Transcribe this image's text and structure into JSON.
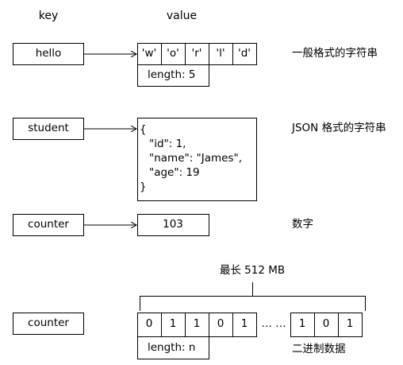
{
  "headers": {
    "key": "key",
    "value": "value"
  },
  "example1": {
    "key": "hello",
    "chars": [
      "'w'",
      "'o'",
      "'r'",
      "'l'",
      "'d'"
    ],
    "length": "length: 5",
    "desc": "一般格式的字符串"
  },
  "example2": {
    "key": "student",
    "json_lines": [
      "{",
      "\"id\": 1,",
      "\"name\": \"James\",",
      "\"age\": 19",
      "}"
    ],
    "desc": "JSON 格式的字符串"
  },
  "example3": {
    "key": "counter",
    "value": "103",
    "desc": "数字"
  },
  "example4": {
    "key": "counter",
    "max_label": "最长 512 MB",
    "bits_left": [
      "0",
      "1",
      "1",
      "0",
      "1"
    ],
    "ellipsis": "… …",
    "bits_right": [
      "1",
      "0",
      "1"
    ],
    "length": "length: n",
    "desc": "二进制数据"
  }
}
